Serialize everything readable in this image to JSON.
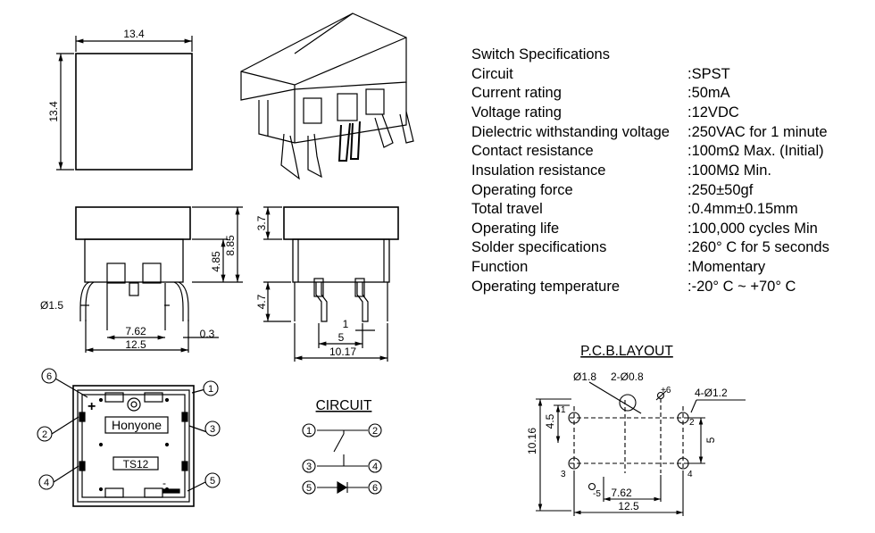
{
  "drawings": {
    "top_view": {
      "width": "13.4",
      "height": "13.4"
    },
    "front_view": {
      "height_total": "8.85",
      "height_body": "4.85",
      "pin_diameter": "Ø1.5",
      "pin_pitch": "7.62",
      "pin_span": "12.5",
      "pin_thickness": "0.3"
    },
    "side_view": {
      "cap_height": "3.7",
      "pin_length": "4.7",
      "pin_offset": "1",
      "pin_gap": "5",
      "overall_width": "10.17"
    },
    "bottom_view": {
      "brand": "Honyone",
      "model": "TS12",
      "plus_mark": "+",
      "minus_mark": "-",
      "callouts": [
        "1",
        "2",
        "3",
        "4",
        "5",
        "6"
      ]
    }
  },
  "specs": {
    "heading": "Switch Specifications",
    "rows": [
      {
        "label": "Circuit",
        "value": ":SPST"
      },
      {
        "label": "Current rating",
        "value": ":50mA"
      },
      {
        "label": "Voltage rating",
        "value": ":12VDC"
      },
      {
        "label": "Dielectric withstanding voltage",
        "value": ":250VAC for 1 minute"
      },
      {
        "label": "Contact resistance",
        "value": ":100mΩ  Max. (Initial)"
      },
      {
        "label": "Insulation resistance",
        "value": ":100MΩ  Min."
      },
      {
        "label": "Operating force",
        "value": ":250±50gf"
      },
      {
        "label": "Total travel",
        "value": ":0.4mm±0.15mm"
      },
      {
        "label": "Operating life",
        "value": ":100,000 cycles Min"
      },
      {
        "label": "Solder specifications",
        "value": ":260°  C for 5 seconds"
      },
      {
        "label": "Function",
        "value": ":Momentary"
      },
      {
        "label": "Operating temperature",
        "value": ":-20°  C ~ +70°  C"
      }
    ]
  },
  "circuit": {
    "title": "CIRCUIT",
    "nodes": [
      "1",
      "2",
      "3",
      "4",
      "5",
      "6"
    ]
  },
  "pcb": {
    "title": "P.C.B.LAYOUT",
    "hole_large": "Ø1.8",
    "hole_led": "2-Ø0.8",
    "hole_pin": "4-Ø1.2",
    "led_plus": "+6",
    "led_minus": "-5",
    "dim_45": "4.5",
    "dim_1016": "10.16",
    "dim_5": "5",
    "dim_762": "7.62",
    "dim_125": "12.5",
    "pin_labels": [
      "1",
      "2",
      "3",
      "4"
    ]
  },
  "colors": {
    "ink": "#000000",
    "paper": "#ffffff"
  }
}
